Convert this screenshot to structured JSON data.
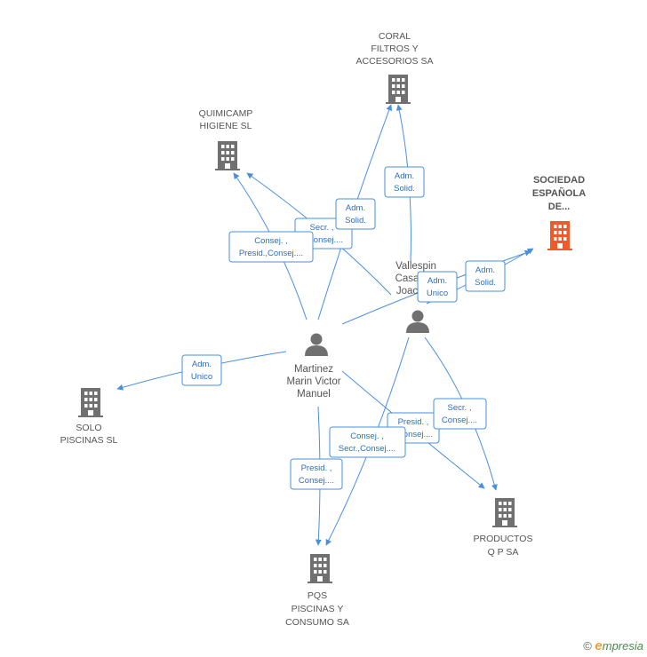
{
  "companies": {
    "coral": {
      "lines": [
        "CORAL",
        "FILTROS Y",
        "ACCESORIOS SA"
      ],
      "color": "#707070"
    },
    "quimicamp": {
      "lines": [
        "QUIMICAMP",
        "HIGIENE SL"
      ],
      "color": "#707070"
    },
    "sociedad": {
      "lines": [
        "SOCIEDAD",
        "ESPAÑOLA",
        "DE..."
      ],
      "color": "#f05a28"
    },
    "solo": {
      "lines": [
        "SOLO",
        "PISCINAS SL"
      ],
      "color": "#707070"
    },
    "productos": {
      "lines": [
        "PRODUCTOS",
        "Q P SA"
      ],
      "color": "#707070"
    },
    "pqs": {
      "lines": [
        "PQS",
        "PISCINAS Y",
        "CONSUMO SA"
      ],
      "color": "#707070"
    }
  },
  "persons": {
    "martinez": {
      "lines": [
        "Martinez",
        "Marin Victor",
        "Manuel"
      ]
    },
    "vallespin": {
      "lines": [
        "Vallespin",
        "Casa",
        "Joac"
      ]
    }
  },
  "edge_labels": {
    "m_quimicamp": [
      "Consej. ,",
      "Presid.,Consej...."
    ],
    "v_quimicamp": [
      "Secr. ,",
      "Consej...."
    ],
    "m_coral": [
      "Adm.",
      "Solid."
    ],
    "v_coral": [
      "Adm.",
      "Solid."
    ],
    "m_sociedad": [
      "Adm.",
      "Unico"
    ],
    "v_sociedad": [
      "Adm.",
      "Solid."
    ],
    "m_solo": [
      "Adm.",
      "Unico"
    ],
    "m_pqs": [
      "Presid. ,",
      "Consej...."
    ],
    "v_pqs": [
      "Consej. ,",
      "Secr.,Consej...."
    ],
    "m_productos": [
      "Presid. ,",
      "Consej...."
    ],
    "v_productos": [
      "Secr. ,",
      "Consej...."
    ]
  },
  "colors": {
    "edge": "#4a8fdd",
    "person": "#707070"
  },
  "footer": {
    "copyright": "©",
    "brand_initial": "e",
    "brand_rest": "mpresia"
  }
}
